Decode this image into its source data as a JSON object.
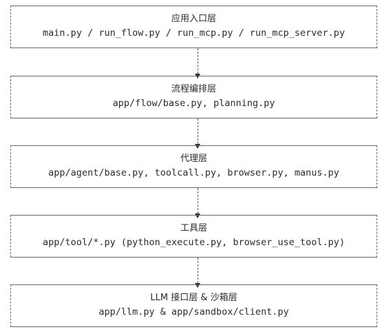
{
  "layers": [
    {
      "title": "应用入口层",
      "modules": "main.py / run_flow.py / run_mcp.py / run_mcp_server.py"
    },
    {
      "title": "流程编排层",
      "modules": "app/flow/base.py, planning.py"
    },
    {
      "title": "代理层",
      "modules": "app/agent/base.py, toolcall.py, browser.py, manus.py"
    },
    {
      "title": "工具层",
      "modules": "app/tool/*.py (python_execute.py, browser_use_tool.py)"
    },
    {
      "title": "LLM 接口层 & 沙箱层",
      "modules": "app/llm.py & app/sandbox/client.py"
    }
  ]
}
